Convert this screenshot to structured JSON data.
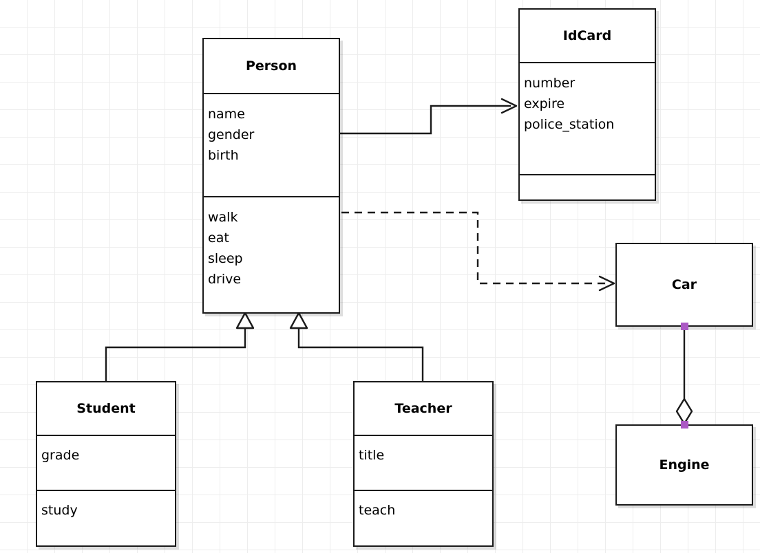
{
  "diagram": {
    "kind": "uml-class-diagram",
    "background": "#ffffff",
    "grid_color": "#ededed",
    "line_color": "#1a1a1a",
    "handle_color": "#ab59c4",
    "classes": [
      {
        "id": "person",
        "name": "Person",
        "attributes": [
          "name",
          "gender",
          "birth"
        ],
        "operations": [
          "walk",
          "eat",
          "sleep",
          "drive"
        ]
      },
      {
        "id": "idcard",
        "name": "IdCard",
        "attributes": [
          "number",
          "expire",
          "police_station"
        ],
        "operations": []
      },
      {
        "id": "student",
        "name": "Student",
        "attributes": [
          "grade"
        ],
        "operations": [
          "study"
        ]
      },
      {
        "id": "teacher",
        "name": "Teacher",
        "attributes": [
          "title"
        ],
        "operations": [
          "teach"
        ]
      },
      {
        "id": "car",
        "name": "Car",
        "attributes": [],
        "operations": []
      },
      {
        "id": "engine",
        "name": "Engine",
        "attributes": [],
        "operations": []
      }
    ],
    "relationships": [
      {
        "id": "person-idcard",
        "type": "association",
        "style": "solid",
        "source": "Person",
        "target": "IdCard",
        "arrowhead": "open-arrow"
      },
      {
        "id": "person-car",
        "type": "dependency",
        "style": "dashed",
        "source": "Person",
        "target": "Car",
        "arrowhead": "open-arrow"
      },
      {
        "id": "student-person",
        "type": "generalization",
        "style": "solid",
        "source": "Student",
        "target": "Person",
        "arrowhead": "hollow-triangle"
      },
      {
        "id": "teacher-person",
        "type": "generalization",
        "style": "solid",
        "source": "Teacher",
        "target": "Person",
        "arrowhead": "hollow-triangle"
      },
      {
        "id": "car-engine",
        "type": "aggregation",
        "style": "solid",
        "source": "Car",
        "target": "Engine",
        "arrowhead": "hollow-diamond"
      }
    ]
  }
}
